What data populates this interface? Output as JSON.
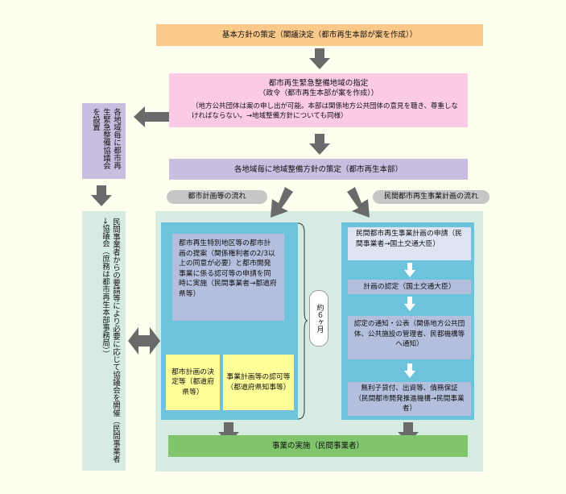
{
  "colors": {
    "background": "#fffff0",
    "basic_policy_box": "#fbc98a",
    "emergency_area_box": "#fbcbe6",
    "plan_box": "#c8bedf",
    "flow_region": "#d6ece2",
    "blue_panel": "#6ec3dc",
    "inner_box": "#b4bfdd",
    "yellow_box": "#ffff9a",
    "green_box": "#80c46c",
    "arrow": "#6a6a6a",
    "vertical_box": "#c8bedf",
    "council_box": "#d6ece2"
  },
  "top": {
    "basic_policy": "基本方針の策定（閣議決定（都市再生本部が案を作成））",
    "emergency_area_title": "都市再生緊急整備地域の指定",
    "emergency_area_sub": "（政令（都市再生本部が案を作成））",
    "emergency_area_note": "（地方公共団体は案の申し出が可能。本部は関係地方公共団体の意見を聴き、尊重しなければならない。→地域整備方針についても同様）",
    "regional_plan": "各地域毎に地域整備方針の策定（都市再生本部）"
  },
  "left": {
    "council_setup": "各地域毎に都市再生緊急整備協議会を設置",
    "council_detail": "民間事業者からの要請等により必要に応じて協議会を開催（民間事業者→協議会（庶務は都市再生本部事務局））"
  },
  "flows": {
    "city_plan_label": "都市計画等の流れ",
    "private_label": "民間都市再生事業計画の流れ"
  },
  "city_plan": {
    "proposal": "都市再生特別地区等の都市計画の提案（関係権利者の2/3以上の同意が必要）と都市開発事業に係る認可等の申請を同時に実施（民間事業者→都道府県等）",
    "decision": "都市計画の決定等（都道府県等）",
    "approval": "事業計画等の認可等（都道府県知事等）"
  },
  "period": "約６ヶ月",
  "private_plan": {
    "application": "民間都市再生事業計画の申請（民間事業者→国土交通大臣）",
    "certification": "計画の認定（国土交通大臣）",
    "notification": "認定の通知・公表（関係地方公共団体、公共施設の管理者、民都機構等へ通知）",
    "support": "無利子貸付、出資等、債務保証（民間都市開発推進機構→民間事業者）"
  },
  "implementation": "事業の実施（民間事業者）"
}
